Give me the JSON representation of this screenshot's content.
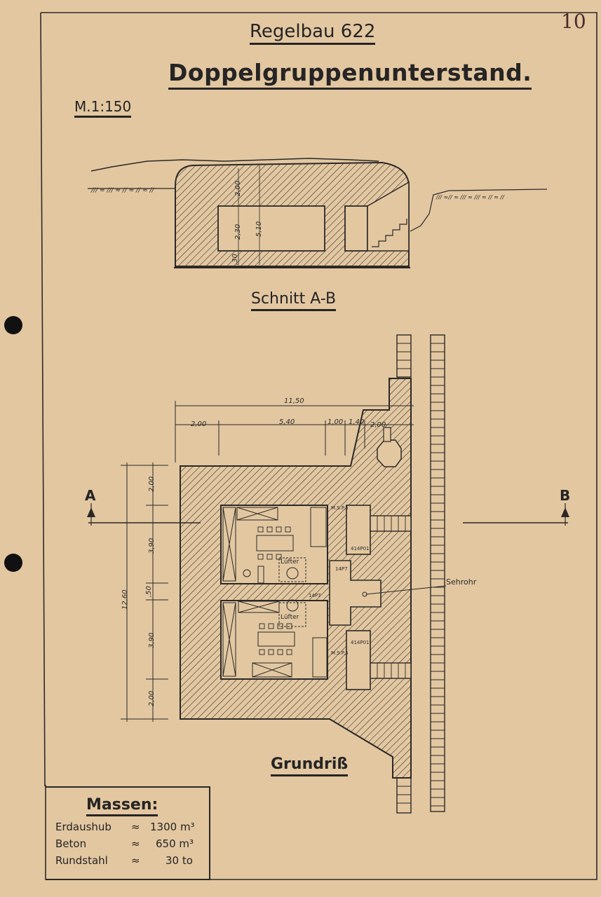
{
  "page_number": "10",
  "title": "Regelbau 622",
  "subtitle": "Doppelgruppenunterstand.",
  "scale": "M.1:150",
  "section": {
    "title": "Schnitt A-B",
    "dims": [
      "2,30",
      "2,00",
      "5,10",
      ",30"
    ]
  },
  "plan": {
    "title": "Grundriß",
    "dims_top": [
      "11,50",
      "2,00",
      "5,40",
      "1,00",
      "1,40",
      "2,00"
    ],
    "dims_left": [
      "12,60",
      "2,00",
      "3,90",
      ",50",
      "3,90",
      "2,00"
    ],
    "section_marks": [
      "A",
      "B"
    ],
    "labels": {
      "periscope": "Sehrohr",
      "fan_upper": "Lüfter",
      "fan_lower": "Lüfter"
    },
    "door_labels": [
      "M.S.P.5",
      "M.S.P.5",
      "14P7",
      "414P01",
      "414P01",
      "14P7"
    ]
  },
  "masses": {
    "title": "Massen:",
    "rows": [
      {
        "name": "Erdaushub",
        "sym": "≈",
        "value": "1300 m³"
      },
      {
        "name": "Beton",
        "sym": "≈",
        "value": "650 m³"
      },
      {
        "name": "Rundstahl",
        "sym": "≈",
        "value": "30 to"
      }
    ]
  }
}
